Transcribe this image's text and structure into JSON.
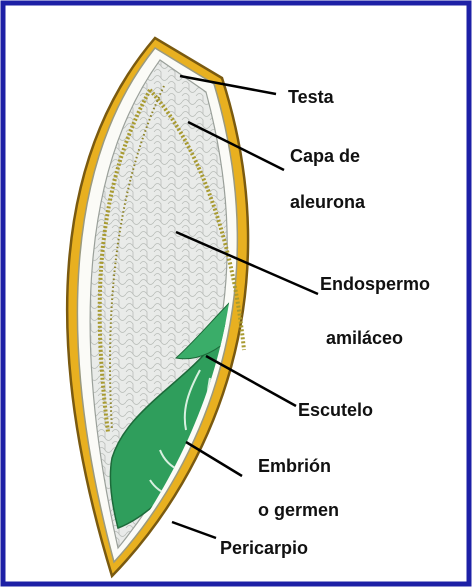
{
  "labels": {
    "testa": "Testa",
    "capa_1": "Capa de",
    "capa_2": "aleurona",
    "endo_1": "Endospermo",
    "endo_2": "amiláceo",
    "escutelo": "Escutelo",
    "embrion_1": "Embrión",
    "embrion_2": "o germen",
    "pericarpio": "Pericarpio"
  },
  "colors": {
    "frame": "#1d20a6",
    "pericarp": "#e8b020",
    "pericarp_edge": "#8a6a10",
    "aleurone": "#a89a30",
    "endosperm": "#e6e8e6",
    "embryo": "#2f9e5c",
    "leader": "#000000"
  }
}
